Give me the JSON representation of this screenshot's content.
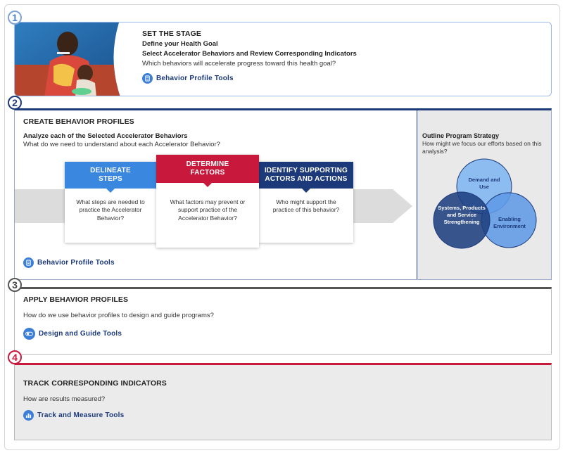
{
  "steps": [
    "1",
    "2",
    "3",
    "4"
  ],
  "stage1": {
    "title": "SET THE STAGE",
    "line1": "Define your Health Goal",
    "line2": "Select Accelerator Behaviors and Review Corresponding Indicators",
    "question": "Which behaviors will accelerate progress toward this health goal?",
    "tool": "Behavior Profile Tools"
  },
  "stage2": {
    "title": "CREATE BEHAVIOR PROFILES",
    "subtitle": "Analyze each of the Selected Accelerator Behaviors",
    "question": "What do we need to understand about each Accelerator Behavior?",
    "cards": [
      {
        "head1": "DELINEATE",
        "head2": "STEPS",
        "body": "What steps are needed to practice the Accelerator Behavior?",
        "color": "#3a87e0"
      },
      {
        "head1": "DETERMINE",
        "head2": "FACTORS",
        "body": "What factors may prevent or support practice of the Accelerator Behavior?",
        "color": "#c8193c"
      },
      {
        "head1": "IDENTIFY SUPPORTING",
        "head2": "ACTORS AND ACTIONS",
        "body": "Who might support the practice of this behavior?",
        "color": "#1c3a7a"
      }
    ],
    "tool": "Behavior Profile Tools",
    "strategy": {
      "title": "Outline Program Strategy",
      "question": "How might we focus our efforts based on this analysis?",
      "circles": {
        "demand": "Demand and Use",
        "systems": "Systems, Products and Service Strengthening",
        "enabling": "Enabling Environment"
      }
    }
  },
  "stage3": {
    "title": "APPLY BEHAVIOR PROFILES",
    "question": "How do we use behavior profiles to design and guide programs?",
    "tool": "Design and Guide Tools"
  },
  "stage4": {
    "title": "TRACK CORRESPONDING INDICATORS",
    "question": "How are results measured?",
    "tool": "Track and Measure Tools"
  },
  "colors": {
    "navy": "#1c3a7a",
    "blue": "#3a87e0",
    "red": "#c8193c",
    "lightblue": "#9dbbe6"
  }
}
